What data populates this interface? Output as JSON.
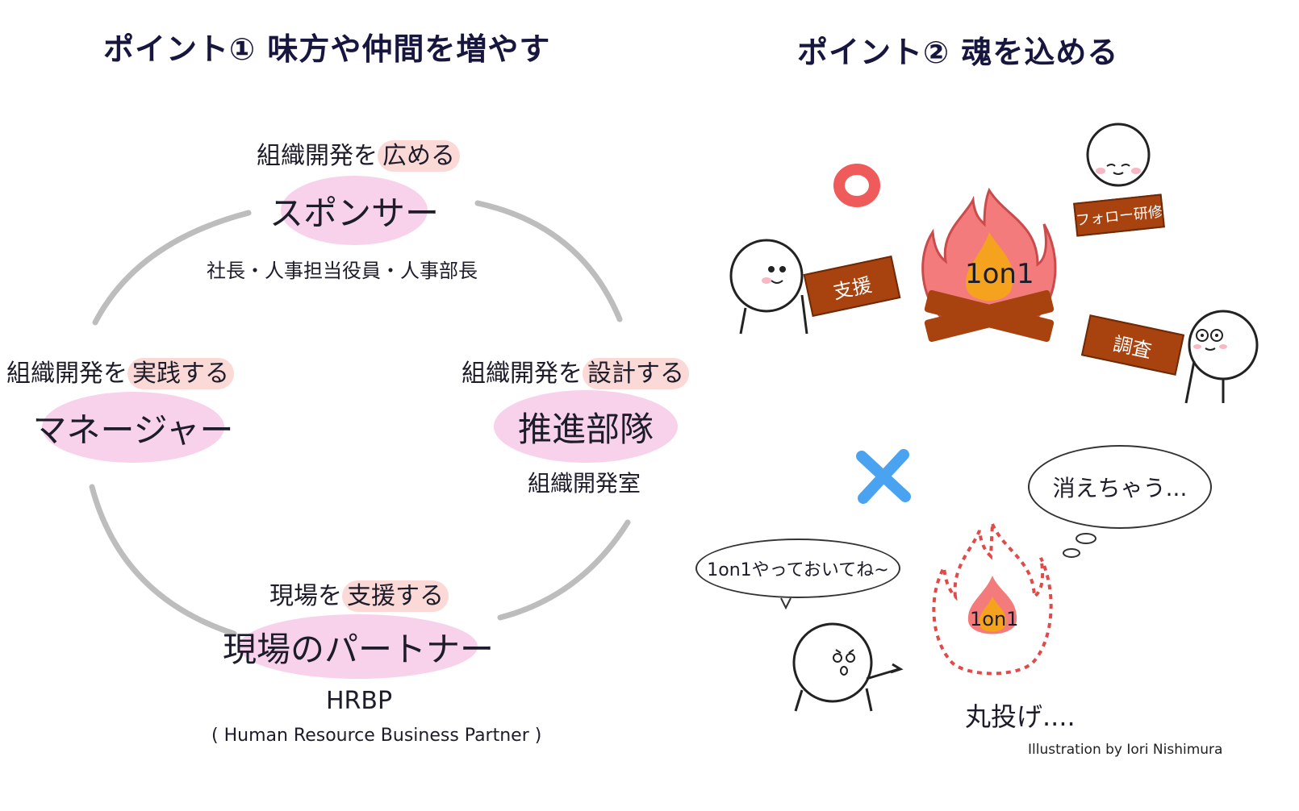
{
  "point1": {
    "title": "ポイント① 味方や仲間を増やす",
    "roles": [
      {
        "desc_pre": "組織開発を",
        "desc_hl": "広める",
        "name": "スポンサー",
        "sub": "社長・人事担当役員・人事部長"
      },
      {
        "desc_pre": "組織開発を",
        "desc_hl": "実践する",
        "name": "マネージャー",
        "sub": ""
      },
      {
        "desc_pre": "組織開発を",
        "desc_hl": "設計する",
        "name": "推進部隊",
        "sub": "組織開発室"
      },
      {
        "desc_pre": "現場を",
        "desc_hl": "支援する",
        "name": "現場のパートナー",
        "sub": "HRBP",
        "sub2": "( Human Resource Business Partner )"
      }
    ]
  },
  "point2": {
    "title": "ポイント② 魂を込める",
    "good": {
      "mark": "O",
      "fire_label": "1on1",
      "planks": [
        "支援",
        "フォロー研修",
        "調査"
      ]
    },
    "bad": {
      "mark": "✕",
      "speech": "1on1やっておいてね~",
      "thought": "消えちゃう...",
      "fire_label": "1on1",
      "caption": "丸投げ...."
    }
  },
  "credit": "Illustration by Iori Nishimura",
  "colors": {
    "title": "#16163f",
    "blob": "#f7d2ea",
    "highlight": "#fbd9d6",
    "plank": "#a8420f",
    "circle_good": "#ef5a5a",
    "cross_bad": "#4aa3f0",
    "fire_outer": "#f07a7a",
    "fire_inner": "#f5a21e"
  }
}
